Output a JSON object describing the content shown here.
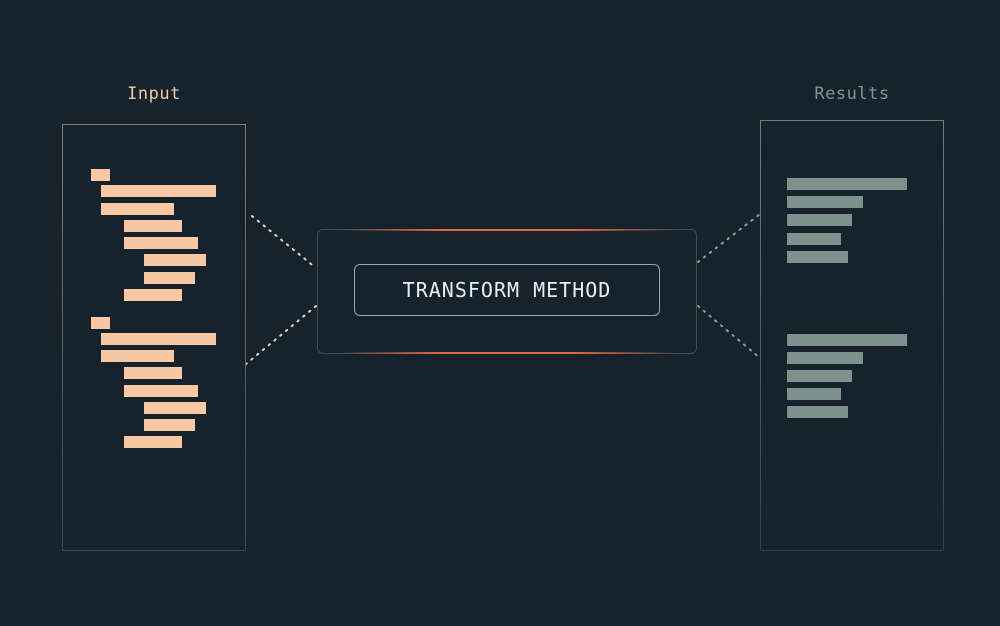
{
  "input": {
    "label": "Input"
  },
  "results": {
    "label": "Results"
  },
  "method": {
    "label": "TRANSFORM METHOD"
  },
  "colors": {
    "background": "#16232d",
    "input_accent": "#f8c8a4",
    "results_accent": "#7d918d",
    "method_glow": "#e4673f"
  }
}
